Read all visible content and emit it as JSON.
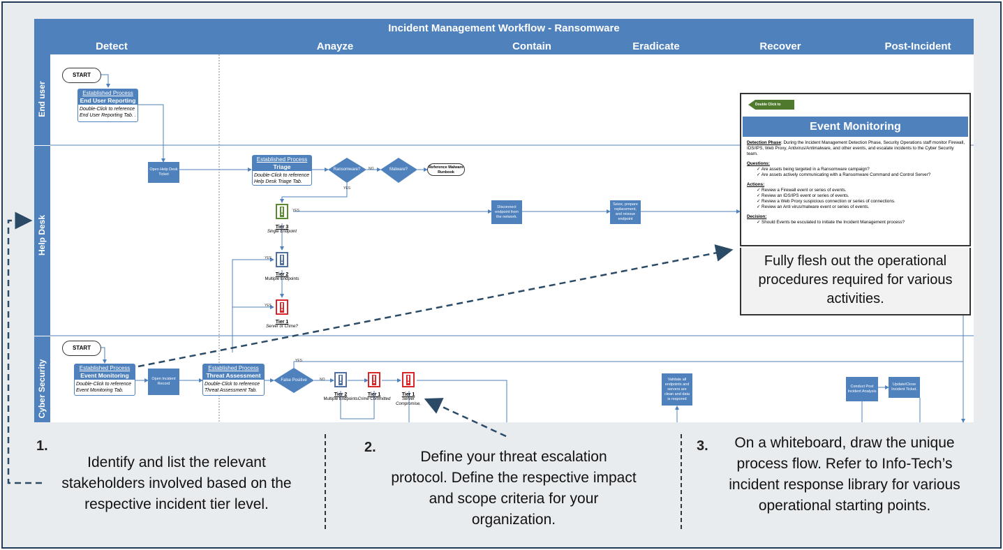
{
  "diagram": {
    "title": "Incident Management Workflow - Ransomware",
    "phases": [
      "Detect",
      "Anayze",
      "Contain",
      "Eradicate",
      "Recover",
      "Post-Incident"
    ],
    "lanes": [
      "End user",
      "Help Desk",
      "Cyber Security"
    ],
    "start_label": "START",
    "end_user_box": {
      "link": "Established Process",
      "title": "End User Reporting",
      "body": "Double-Click to reference End User Reporting Tab. ."
    },
    "help_desk_ticket": "Open Help Desk Ticket",
    "triage_box": {
      "link": "Established Process",
      "title": "Triage",
      "body": "Double-Click to reference Help Desk Triage Tab."
    },
    "ransomware": "Ransomware?",
    "malware": "Malware?",
    "no": "NO",
    "yes": "YES",
    "malware_runbook": "Reference Malware Runbook",
    "tier3": {
      "title": "Tier 3",
      "sub": "Single Endpoint"
    },
    "tier2": {
      "title": "Tier 2",
      "sub": "Multiple Endpoints"
    },
    "tier1": {
      "title": "Tier 1",
      "sub": "Server or Crime?"
    },
    "disconnect": "Disconnect endpoint from the network.",
    "seize": "Seize, prepare replacement, and reissue endpoint",
    "event_monitoring_box": {
      "link": "Established Process",
      "title": "Event Monitoring",
      "body": "Double-Click to reference Event Monitoring Tab."
    },
    "open_incident": "Open Incident Record",
    "threat_box": {
      "link": "Established Process",
      "title": "Threat Assessment",
      "body": "Double-Click to reference Threat Assessment Tab."
    },
    "false_positive": "False Positive",
    "cs_tier2": {
      "title": "Tier 2",
      "sub": "Multiple Endpoints"
    },
    "cs_tier1a": {
      "title": "Tier 1",
      "sub": "Crime Committed"
    },
    "cs_tier1b": {
      "title": "Tier 1",
      "sub": "Server Compromise."
    },
    "validate": "Validate all endpoints and servers are clean and data is respored",
    "post_incident": "Conduct Post Incident Analysis",
    "update_close": "Update/Close Incident Ticket."
  },
  "panel": {
    "back_button": "Double Click to Workflow",
    "title": "Event Monitoring",
    "detection_label": "Detection Phase",
    "detection_text": ": During the Incident Management Detection Phase, Security Operations staff monitor Firewall, IDS/IPS, Web Proxy, Antivirus/Antimalware, and other events, and escalate incidents to the Cyber Security team.",
    "questions_label": "Questions:",
    "questions": [
      "Are assets being targeted in a Ransomware campaign?",
      "Are assets actively communicating with a Ransomware Command and Control Server?"
    ],
    "actions_label": "Actions:",
    "actions": [
      "Review a Firewall event or series of events.",
      "Review an IDS/IPS event or series of events.",
      "Review a Web Proxy suspicious connection or series of connections.",
      "Review an Anti virus/malware event or series of events."
    ],
    "decision_label": "Decision:",
    "decisions": [
      "Should Events be esculated to initiate the Incident Management process?"
    ]
  },
  "callout": "Fully  flesh out the operational procedures required for various activities.",
  "steps": [
    {
      "num": "1.",
      "text": "Identify and list the relevant stakeholders involved based on the respective incident tier level."
    },
    {
      "num": "2.",
      "text": "Define your threat escalation protocol. Define the respective impact and scope criteria for your organization."
    },
    {
      "num": "3.",
      "text": "On a whiteboard, draw the unique process flow. Refer to Info-Tech’s incident response library for various operational starting points."
    }
  ],
  "colors": {
    "lane_blue": "#4f81bd",
    "tier3_green": "#5a8a2e",
    "tier2_blue": "#4f6fa0",
    "tier1_red": "#d9262b",
    "arrow_dark": "#2a4a66"
  }
}
